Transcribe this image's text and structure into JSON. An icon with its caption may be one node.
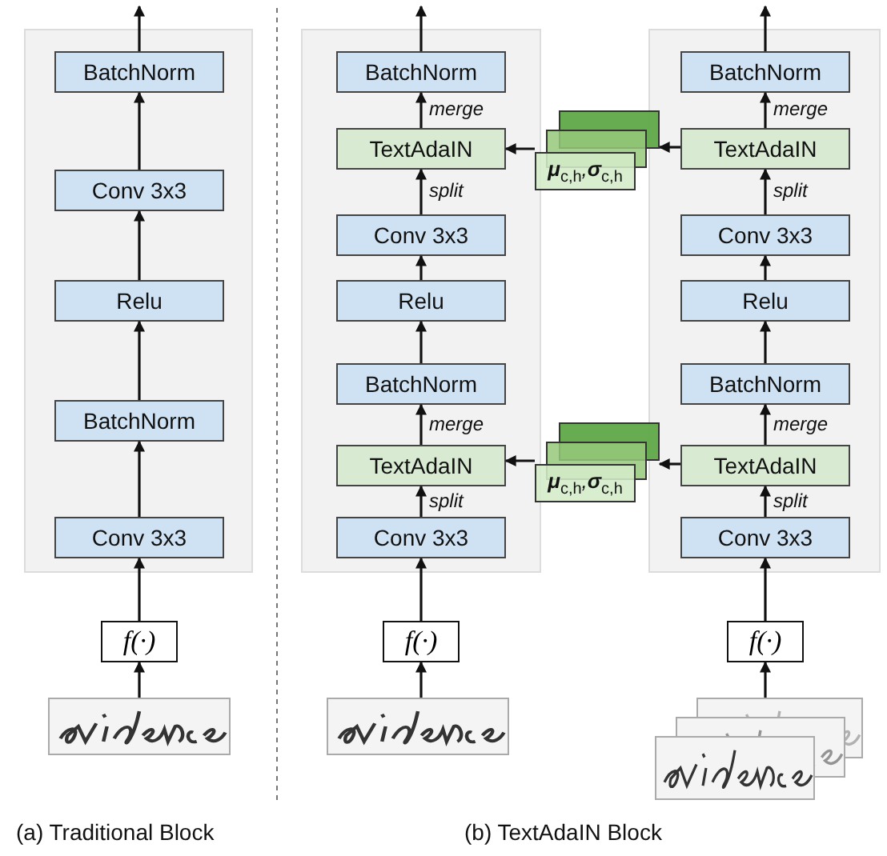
{
  "diagram": {
    "nodes": [
      {
        "text": [],
        "shape": "box"
      },
      {
        "text": [
          "BatchNorm"
        ],
        "in": 0
      },
      {
        "text": [
          "Conv 3x3"
        ],
        "in": 0
      },
      {
        "text": [
          "Relu"
        ],
        "in": 0
      },
      {
        "text": [
          "BatchNorm"
        ],
        "in": 0
      },
      {
        "text": [
          "Conv 3x3"
        ],
        "in": 0
      },
      {
        "text": [],
        "shape": "box"
      },
      {
        "text": [
          "BatchNorm"
        ],
        "in": 6
      },
      {
        "text": [
          "TextAdaIN"
        ],
        "in": 6
      },
      {
        "text": [
          "Conv 3x3"
        ],
        "in": 6
      },
      {
        "text": [
          "Relu"
        ],
        "in": 6
      },
      {
        "text": [
          "BatchNorm"
        ],
        "in": 6
      },
      {
        "text": [
          "TextAdaIN"
        ],
        "in": 6
      },
      {
        "text": [
          "Conv 3x3"
        ],
        "in": 6
      },
      {
        "text": [],
        "shape": "box"
      },
      {
        "text": [
          "BatchNorm"
        ],
        "in": 14
      },
      {
        "text": [
          "TextAdaIN"
        ],
        "in": 14
      },
      {
        "text": [
          "Conv 3x3"
        ],
        "in": 14
      },
      {
        "text": [
          "Relu"
        ],
        "in": 14
      },
      {
        "text": [
          "BatchNorm"
        ],
        "in": 14
      },
      {
        "text": [
          "TextAdaIN"
        ],
        "in": 14
      },
      {
        "text": [
          "Conv 3x3"
        ],
        "in": 14
      },
      {
        "text": [],
        "shape": "box"
      },
      {
        "text": [],
        "shape": "box"
      },
      {
        "text": [
          "**μ**$_{c,h}$,**σ**$_{c,h}$"
        ]
      },
      {
        "text": [],
        "shape": "box"
      },
      {
        "text": [],
        "shape": "box"
      },
      {
        "text": [
          "**μ**$_{c,h}$,**σ**$_{c,h}$"
        ]
      },
      {
        "text": [
          "f(·)"
        ]
      },
      {
        "text": [
          "f(·)"
        ]
      },
      {
        "text": [
          "f(·)"
        ]
      },
      {
        "text": [],
        "shape": "picture"
      },
      {
        "text": [],
        "shape": "picture"
      },
      {
        "text": [],
        "shape": "picture"
      }
    ],
    "edges": [
      {
        "from": 5,
        "to": 4,
        "arrow": "to"
      },
      {
        "from": 4,
        "to": 3,
        "arrow": "to"
      },
      {
        "from": 3,
        "to": 2,
        "arrow": "to"
      },
      {
        "from": 2,
        "to": 1,
        "arrow": "to"
      },
      {
        "from": 1,
        "to": null,
        "arrow": "to"
      },
      {
        "from": 31,
        "to": 28,
        "arrow": "to"
      },
      {
        "from": 28,
        "to": 5,
        "arrow": "to"
      },
      {
        "from": 13,
        "to": 12,
        "arrow": "to",
        "label": "split"
      },
      {
        "from": 12,
        "to": 11,
        "arrow": "to",
        "label": "merge"
      },
      {
        "from": 11,
        "to": 10,
        "arrow": "to"
      },
      {
        "from": 10,
        "to": 9,
        "arrow": "to"
      },
      {
        "from": 9,
        "to": 8,
        "arrow": "to",
        "label": "split"
      },
      {
        "from": 8,
        "to": 7,
        "arrow": "to",
        "label": "merge"
      },
      {
        "from": 7,
        "to": null,
        "arrow": "to"
      },
      {
        "from": 32,
        "to": 29,
        "arrow": "to"
      },
      {
        "from": 29,
        "to": 13,
        "arrow": "to"
      },
      {
        "from": 21,
        "to": 20,
        "arrow": "to",
        "label": "split"
      },
      {
        "from": 20,
        "to": 19,
        "arrow": "to",
        "label": "merge"
      },
      {
        "from": 19,
        "to": 18,
        "arrow": "to"
      },
      {
        "from": 18,
        "to": 17,
        "arrow": "to"
      },
      {
        "from": 17,
        "to": 16,
        "arrow": "to",
        "label": "split"
      },
      {
        "from": 16,
        "to": 15,
        "arrow": "to",
        "label": "merge"
      },
      {
        "from": 15,
        "to": null,
        "arrow": "to"
      },
      {
        "from": 33,
        "to": 30,
        "arrow": "to"
      },
      {
        "from": 30,
        "to": 21,
        "arrow": "to"
      },
      {
        "from": 16,
        "to": 22,
        "arrow": "to"
      },
      {
        "from": 24,
        "to": 8,
        "arrow": "to"
      },
      {
        "from": 20,
        "to": 25,
        "arrow": "to"
      },
      {
        "from": 27,
        "to": 12,
        "arrow": "to"
      }
    ],
    "labels": [
      "(a) Traditional Block",
      "(b) TextAdaIN Block"
    ]
  }
}
